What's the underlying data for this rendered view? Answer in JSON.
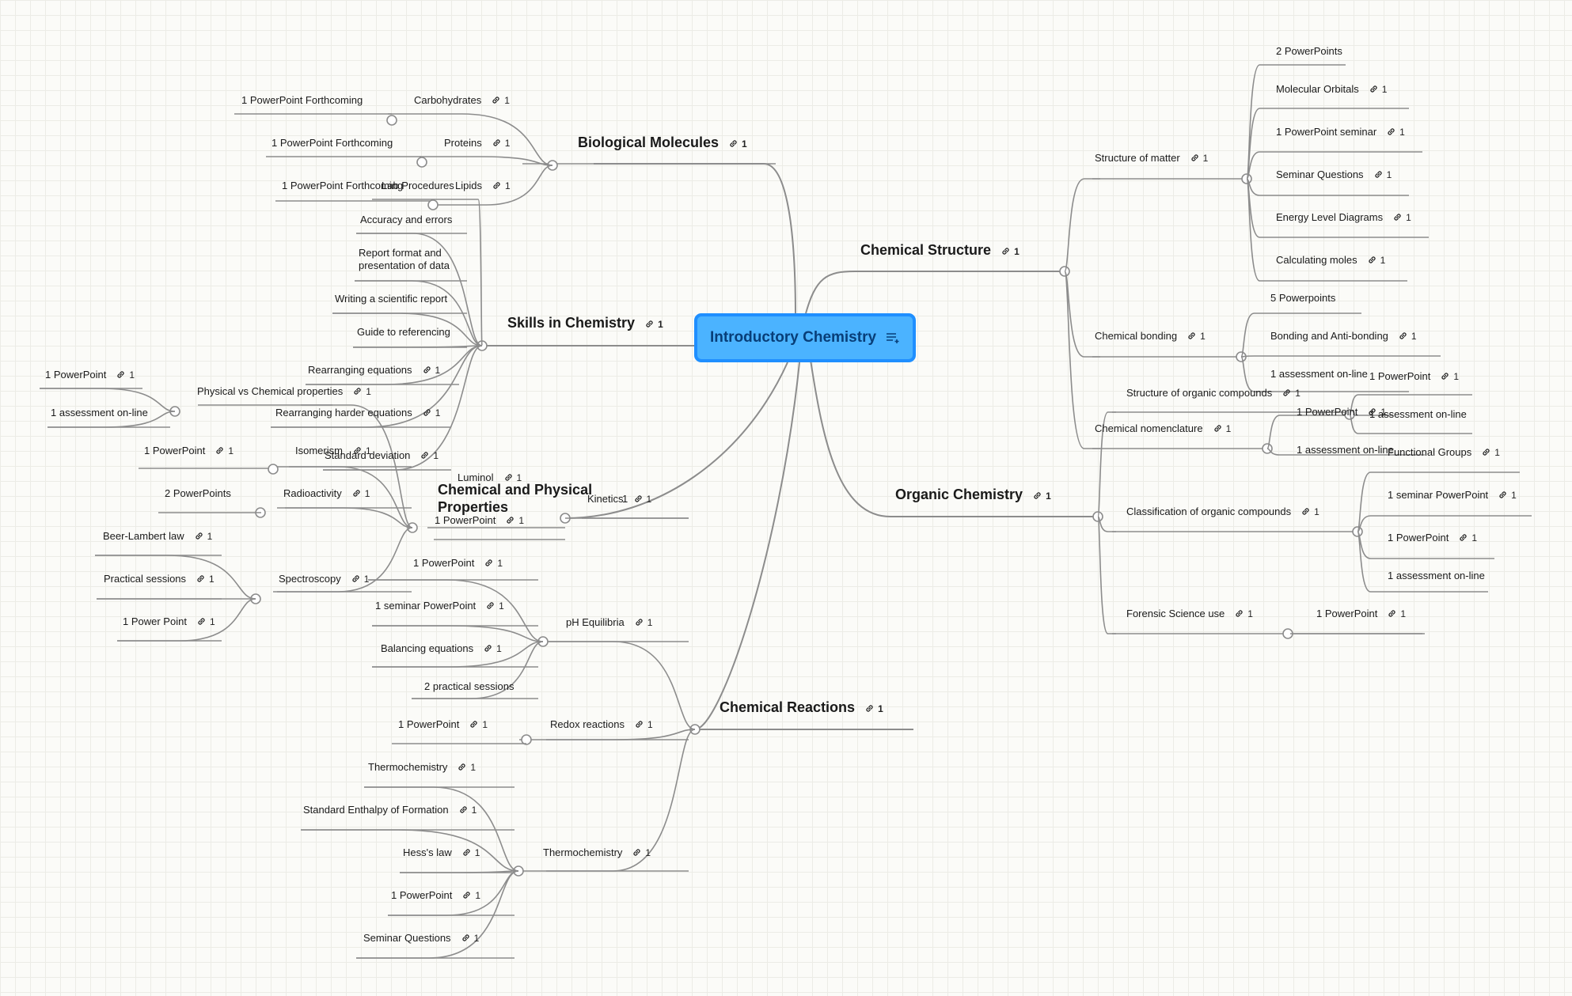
{
  "root": {
    "title": "Introductory Chemistry"
  },
  "nodes": [
    {
      "id": "bio",
      "label": "Biological Molecules",
      "n": "1",
      "big": true
    },
    {
      "id": "carb",
      "label": "Carbohydrates",
      "n": "1"
    },
    {
      "id": "carb1",
      "label": "1 PowerPoint Forthcoming"
    },
    {
      "id": "prot",
      "label": "Proteins",
      "n": "1"
    },
    {
      "id": "prot1",
      "label": "1 PowerPoint Forthcoming"
    },
    {
      "id": "lip",
      "label": "Lipids",
      "n": "1"
    },
    {
      "id": "lip1",
      "label": "1 PowerPoint Forthcoming"
    },
    {
      "id": "skills",
      "label": "Skills in Chemistry",
      "n": "1",
      "big": true
    },
    {
      "id": "labp",
      "label": "Lab Procedures"
    },
    {
      "id": "acc",
      "label": "Accuracy and errors"
    },
    {
      "id": "rep",
      "label": "Report format and presentation of data"
    },
    {
      "id": "wsr",
      "label": "Writing a scientific report"
    },
    {
      "id": "gref",
      "label": "Guide to referencing"
    },
    {
      "id": "reeq",
      "label": "Rearranging equations",
      "n": "1"
    },
    {
      "id": "rhe",
      "label": "Rearranging harder equations",
      "n": "1"
    },
    {
      "id": "sd",
      "label": "Standard deviation",
      "n": "1"
    },
    {
      "id": "cpp",
      "label": "Chemical and Physical Properties",
      "big": true
    },
    {
      "id": "pvc",
      "label": "Physical vs Chemical properties",
      "n": "1"
    },
    {
      "id": "pvc1",
      "label": "1 PowerPoint",
      "n": "1"
    },
    {
      "id": "pvc2",
      "label": "1 assessment on-line"
    },
    {
      "id": "iso",
      "label": "Isomerism",
      "n": "1"
    },
    {
      "id": "iso1",
      "label": "1 PowerPoint",
      "n": "1"
    },
    {
      "id": "lum",
      "label": "Luminol",
      "n": "1"
    },
    {
      "id": "rad",
      "label": "Radioactivity",
      "n": "1"
    },
    {
      "id": "rad1",
      "label": "2 PowerPoints"
    },
    {
      "id": "spec",
      "label": "Spectroscopy",
      "n": "1"
    },
    {
      "id": "spec1",
      "label": "Beer-Lambert law",
      "n": "1"
    },
    {
      "id": "spec2",
      "label": "Practical sessions",
      "n": "1"
    },
    {
      "id": "spec3",
      "label": "1 Power Point",
      "n": "1"
    },
    {
      "id": "cpp1",
      "label": "1 PowerPoint",
      "n": "1"
    },
    {
      "id": "kin",
      "label": "Kinetics",
      "n": "1"
    },
    {
      "id": "kin1",
      "label": "1"
    },
    {
      "id": "rxn",
      "label": "Chemical Reactions",
      "n": "1",
      "big": true
    },
    {
      "id": "ph",
      "label": "pH Equilibria",
      "n": "1"
    },
    {
      "id": "ph1",
      "label": "1 PowerPoint",
      "n": "1"
    },
    {
      "id": "ph2",
      "label": "1 seminar PowerPoint",
      "n": "1"
    },
    {
      "id": "ph3",
      "label": "Balancing equations",
      "n": "1"
    },
    {
      "id": "ph4",
      "label": "2 practical sessions"
    },
    {
      "id": "redox",
      "label": "Redox reactions",
      "n": "1"
    },
    {
      "id": "redox1",
      "label": "1 PowerPoint",
      "n": "1"
    },
    {
      "id": "thermo",
      "label": "Thermochemistry",
      "n": "1"
    },
    {
      "id": "th1",
      "label": "Thermochemistry",
      "n": "1"
    },
    {
      "id": "th2",
      "label": "Standard Enthalpy of Formation",
      "n": "1"
    },
    {
      "id": "th3",
      "label": "Hess's law",
      "n": "1"
    },
    {
      "id": "th4",
      "label": "1 PowerPoint",
      "n": "1"
    },
    {
      "id": "th5",
      "label": "Seminar Questions",
      "n": "1"
    },
    {
      "id": "cs",
      "label": "Chemical Structure",
      "n": "1",
      "big": true
    },
    {
      "id": "som",
      "label": "Structure of matter",
      "n": "1"
    },
    {
      "id": "som1",
      "label": "2 PowerPoints"
    },
    {
      "id": "som2",
      "label": "Molecular Orbitals",
      "n": "1"
    },
    {
      "id": "som3",
      "label": "1 PowerPoint seminar",
      "n": "1"
    },
    {
      "id": "som4",
      "label": "Seminar Questions",
      "n": "1"
    },
    {
      "id": "som5",
      "label": "Energy Level Diagrams",
      "n": "1"
    },
    {
      "id": "som6",
      "label": "Calculating moles",
      "n": "1"
    },
    {
      "id": "cb",
      "label": "Chemical bonding",
      "n": "1"
    },
    {
      "id": "cb1",
      "label": "5 Powerpoints"
    },
    {
      "id": "cb2",
      "label": "Bonding and Anti-bonding",
      "n": "1"
    },
    {
      "id": "cb3",
      "label": "1 assessment on-line"
    },
    {
      "id": "cn",
      "label": "Chemical nomenclature",
      "n": "1"
    },
    {
      "id": "cn1",
      "label": "1 PowerPoint",
      "n": "1"
    },
    {
      "id": "cn2",
      "label": "1 assessment on-line"
    },
    {
      "id": "oc",
      "label": "Organic Chemistry",
      "n": "1",
      "big": true
    },
    {
      "id": "soc",
      "label": "Structure of organic compounds",
      "n": "1"
    },
    {
      "id": "soc1",
      "label": "1 PowerPoint",
      "n": "1"
    },
    {
      "id": "soc2",
      "label": "1 assessment on-line"
    },
    {
      "id": "coc",
      "label": "Classification of organic compounds",
      "n": "1"
    },
    {
      "id": "coc1",
      "label": "Functional Groups",
      "n": "1"
    },
    {
      "id": "coc2",
      "label": "1 seminar PowerPoint",
      "n": "1"
    },
    {
      "id": "coc3",
      "label": "1 PowerPoint",
      "n": "1"
    },
    {
      "id": "coc4",
      "label": "1 assessment on-line"
    },
    {
      "id": "fsu",
      "label": "Forensic Science use",
      "n": "1"
    },
    {
      "id": "fsu1",
      "label": "1 PowerPoint",
      "n": "1"
    }
  ]
}
